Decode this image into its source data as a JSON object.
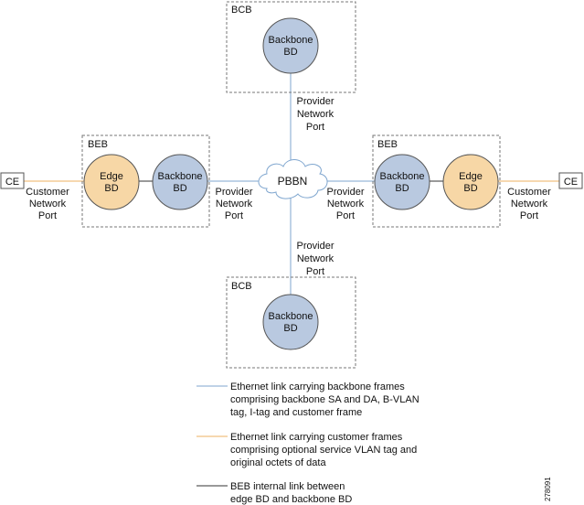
{
  "nodes": {
    "bcb_top": {
      "label": "BCB",
      "bd": [
        "Backbone",
        "BD"
      ]
    },
    "bcb_bottom": {
      "label": "BCB",
      "bd": [
        "Backbone",
        "BD"
      ]
    },
    "beb_left": {
      "label": "BEB",
      "edge": [
        "Edge",
        "BD"
      ],
      "backbone": [
        "Backbone",
        "BD"
      ]
    },
    "beb_right": {
      "label": "BEB",
      "edge": [
        "Edge",
        "BD"
      ],
      "backbone": [
        "Backbone",
        "BD"
      ]
    },
    "ce_left": "CE",
    "ce_right": "CE",
    "pbbn": "PBBN"
  },
  "ports": {
    "provider": [
      "Provider",
      "Network",
      "Port"
    ],
    "customer": [
      "Customer",
      "Network",
      "Port"
    ]
  },
  "legend": [
    {
      "color": "#7fa6cf",
      "lines": [
        "Ethernet link carrying backbone frames",
        "comprising backbone SA and DA, B-VLAN",
        "tag, I-tag and customer frame"
      ]
    },
    {
      "color": "#f0c080",
      "lines": [
        "Ethernet link carrying customer frames",
        "comprising optional service VLAN tag and",
        "original octets of data"
      ]
    },
    {
      "color": "#333333",
      "lines": [
        "BEB internal link between",
        "edge BD and backbone BD"
      ]
    }
  ],
  "figure_id": "278091"
}
